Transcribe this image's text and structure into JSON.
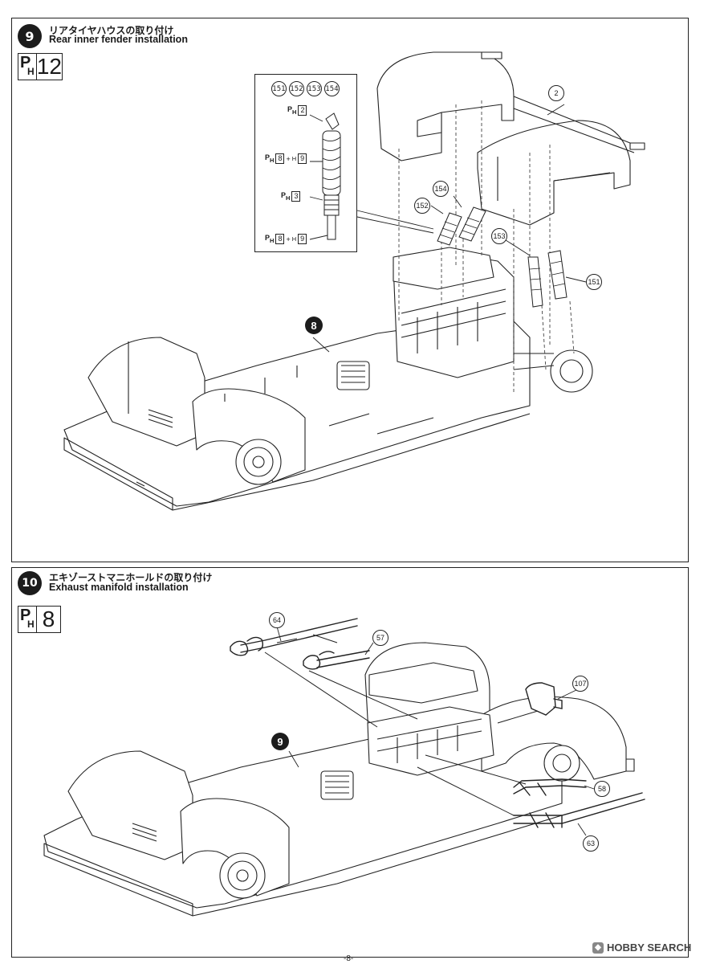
{
  "page_number": "-8-",
  "watermark": "HOBBY SEARCH",
  "step9": {
    "number": "9",
    "title_jp": "リアタイヤハウスの取り付け",
    "title_en": "Rear inner fender installation",
    "paint": {
      "label_p": "P",
      "label_h": "H",
      "value": "12"
    },
    "inset_parts": [
      "151",
      "152",
      "153",
      "154"
    ],
    "inset_paints": [
      {
        "prefix": "P",
        "sub": "H",
        "codes": [
          "2"
        ]
      },
      {
        "prefix": "P",
        "sub": "H",
        "codes": [
          "8",
          "9"
        ],
        "join": "+"
      },
      {
        "prefix": "P",
        "sub": "H",
        "codes": [
          "3"
        ]
      },
      {
        "prefix": "P",
        "sub": "H",
        "codes": [
          "8",
          "9"
        ],
        "join": "+"
      }
    ],
    "callouts": [
      "2",
      "154",
      "152",
      "153",
      "151"
    ],
    "prev_step": "8"
  },
  "step10": {
    "number": "10",
    "title_jp": "エキゾーストマニホールドの取り付け",
    "title_en": "Exhaust manifold installation",
    "paint": {
      "label_p": "P",
      "label_h": "H",
      "value": "8"
    },
    "callouts": [
      "64",
      "57",
      "107",
      "58",
      "63"
    ],
    "prev_step": "9"
  }
}
